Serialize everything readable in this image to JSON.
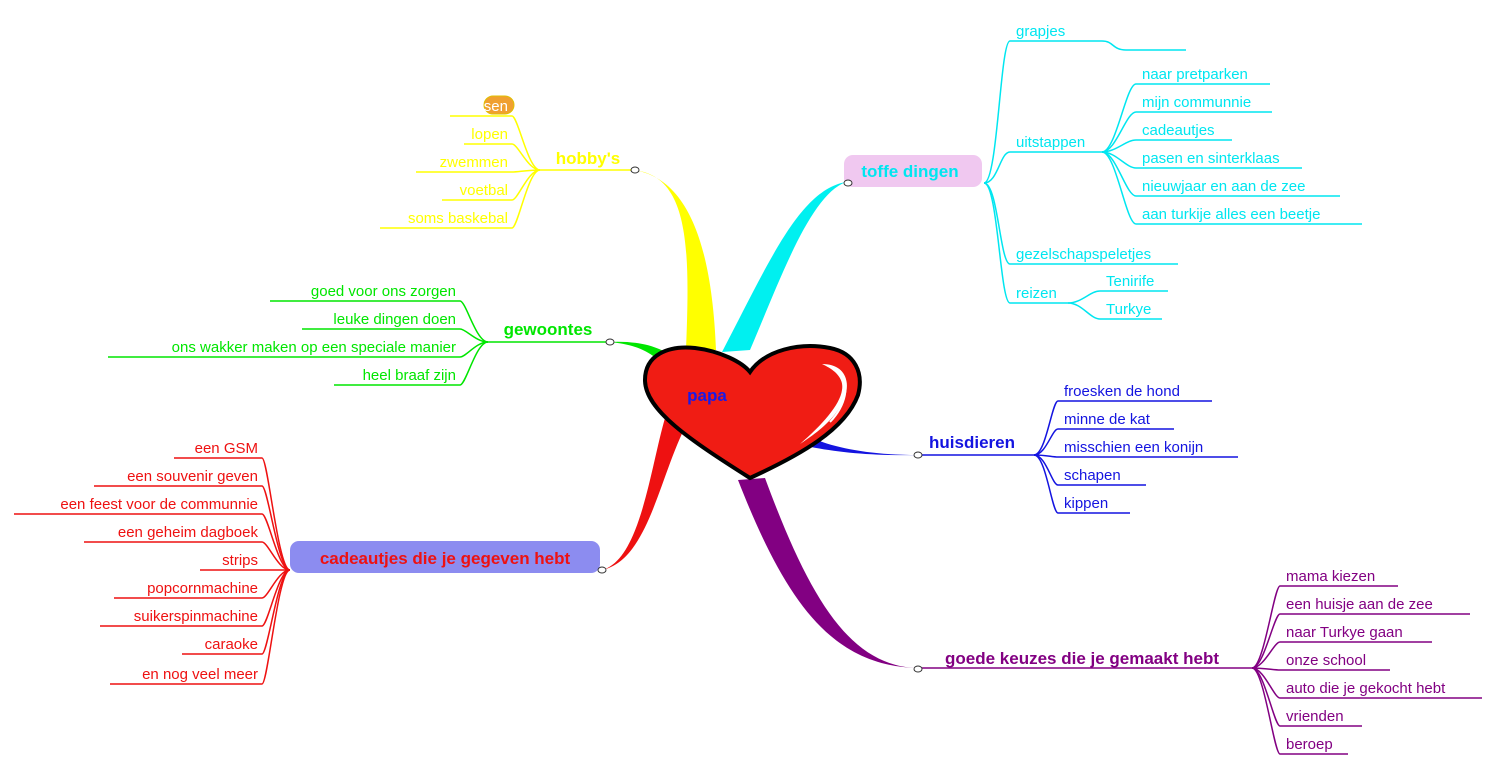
{
  "center": {
    "label": "papa",
    "text_color": "#1a1ae6",
    "heart_color": "#f01c14"
  },
  "branches": {
    "hobbys": {
      "label": "hobby's",
      "color": "#ffff00",
      "items": [
        {
          "label": "fietsen",
          "highlight": "#f0a030",
          "text_color": "#ffffff"
        },
        {
          "label": "lopen"
        },
        {
          "label": "zwemmen"
        },
        {
          "label": "voetbal"
        },
        {
          "label": "soms baskebal"
        }
      ]
    },
    "gewoontes": {
      "label": "gewoontes",
      "color": "#00e600",
      "items": [
        {
          "label": "goed voor ons zorgen"
        },
        {
          "label": "leuke dingen doen"
        },
        {
          "label": "ons wakker maken op een speciale manier"
        },
        {
          "label": "heel braaf zijn"
        }
      ]
    },
    "cadeautjes": {
      "label": "cadeautjes die je gegeven hebt",
      "color": "#ee1111",
      "bg": "#8c8cf0",
      "items": [
        {
          "label": "een GSM"
        },
        {
          "label": "een souvenir geven"
        },
        {
          "label": "een feest voor de communnie"
        },
        {
          "label": "een geheim dagboek"
        },
        {
          "label": "strips"
        },
        {
          "label": "popcornmachine"
        },
        {
          "label": "suikerspinmachine"
        },
        {
          "label": "caraoke"
        },
        {
          "label": "en nog veel meer"
        }
      ]
    },
    "toffe": {
      "label": "toffe dingen",
      "color": "#00e6f0",
      "bg": "#f0c8f0",
      "items": [
        {
          "label": "grapjes",
          "children": []
        },
        {
          "label": "uitstappen",
          "children": [
            {
              "label": "naar pretparken"
            },
            {
              "label": "mijn communnie"
            },
            {
              "label": "cadeautjes"
            },
            {
              "label": "pasen en sinterklaas"
            },
            {
              "label": "nieuwjaar en aan de zee"
            },
            {
              "label": "aan turkije alles een beetje"
            }
          ]
        },
        {
          "label": "gezelschapspeletjes",
          "children": []
        },
        {
          "label": "reizen",
          "children": [
            {
              "label": "Tenirife"
            },
            {
              "label": "Turkye"
            }
          ]
        }
      ]
    },
    "huisdieren": {
      "label": "huisdieren",
      "color": "#1414e0",
      "items": [
        {
          "label": "froesken de hond"
        },
        {
          "label": "minne de kat"
        },
        {
          "label": "misschien een konijn"
        },
        {
          "label": "schapen"
        },
        {
          "label": "kippen"
        }
      ]
    },
    "keuzes": {
      "label": "goede keuzes die je gemaakt hebt",
      "color": "#820082",
      "items": [
        {
          "label": "mama kiezen"
        },
        {
          "label": "een huisje aan de zee"
        },
        {
          "label": "naar Turkye gaan"
        },
        {
          "label": "onze school"
        },
        {
          "label": "auto die je gekocht hebt"
        },
        {
          "label": "vrienden"
        },
        {
          "label": "beroep"
        }
      ]
    }
  }
}
